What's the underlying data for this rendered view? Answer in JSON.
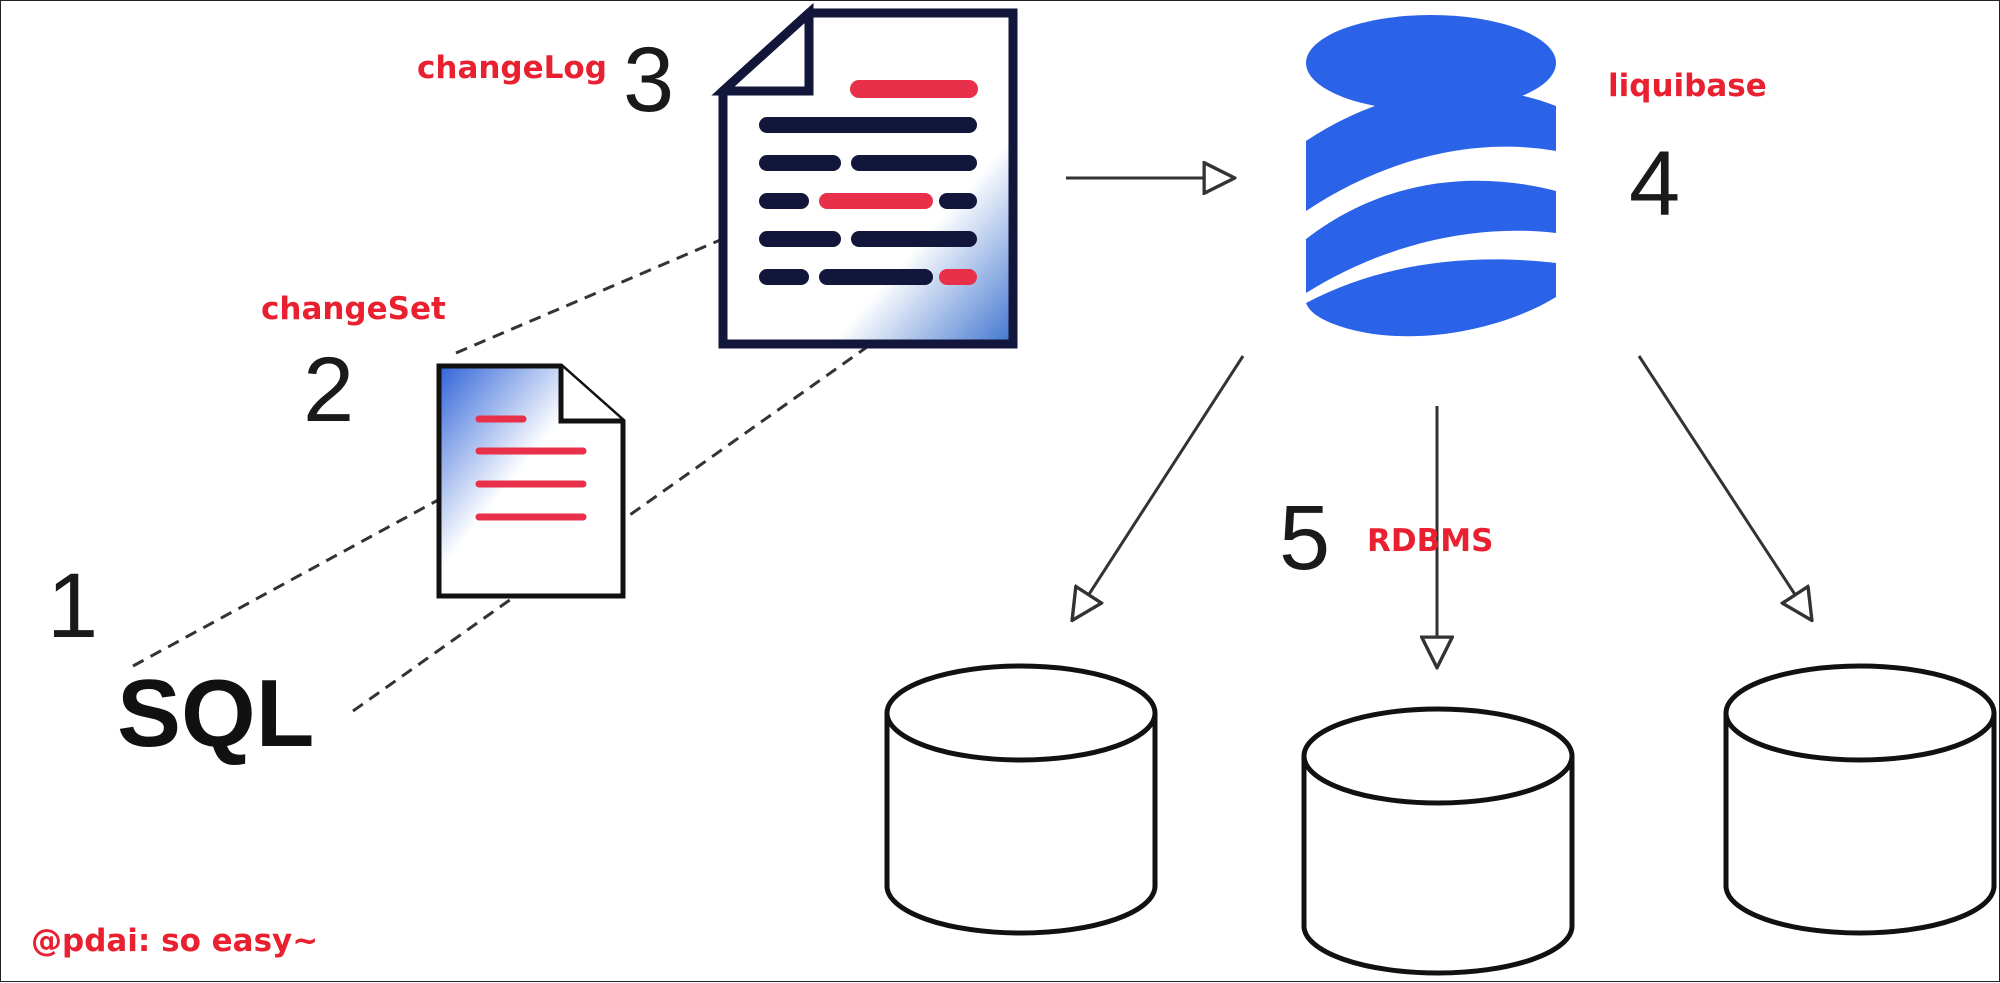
{
  "steps": {
    "step1": "1",
    "step2": "2",
    "step3": "3",
    "step4": "4",
    "step5": "5"
  },
  "labels": {
    "changeset": "changeSet",
    "changelog": "changeLog",
    "liquibase": "liquibase",
    "rdbms": "RDBMS",
    "sql": "SQL",
    "watermark": "@pdai: so easy~"
  },
  "colors": {
    "accent_red": "#e8202f",
    "logo_blue": "#2b63e8",
    "doc_navy": "#12163a",
    "doc_gradient_blue": "#4b7fd6"
  }
}
